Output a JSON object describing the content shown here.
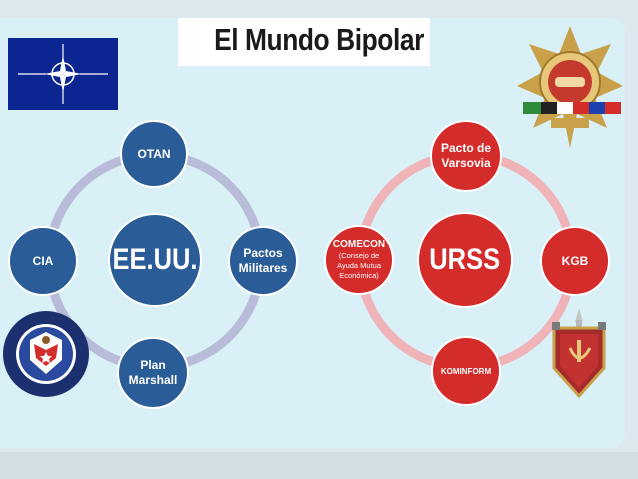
{
  "title": "El Mundo Bipolar",
  "left_cycle": {
    "center": "EE.UU.",
    "nodes": {
      "top": "OTAN",
      "right": [
        "Pactos",
        "Militares"
      ],
      "bottom": [
        "Plan",
        "Marshall"
      ],
      "left": "CIA"
    }
  },
  "right_cycle": {
    "center": "URSS",
    "nodes": {
      "top": [
        "Pacto de",
        "Varsovia"
      ],
      "right": "KGB",
      "bottom": "KOMINFORM",
      "left_title": "COMECON",
      "left_sub": [
        "(Consejo de",
        "Ayuda Mutua",
        "Económica)"
      ]
    }
  },
  "colors": {
    "blue_node": "#2a5d97",
    "blue_ring": "#b8bcd8",
    "red_node": "#d42b2b",
    "red_ring": "#efb3b8",
    "panel": "#daf0f7"
  },
  "emblems": [
    "nato-flag-icon",
    "warsaw-pact-emblem-icon",
    "cia-seal-icon",
    "kgb-emblem-icon"
  ]
}
